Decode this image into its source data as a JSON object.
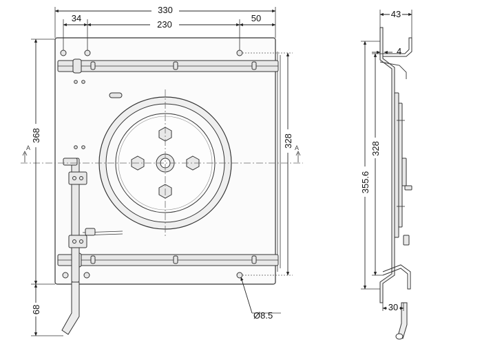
{
  "front_view": {
    "dimensions": {
      "overall_width": "330",
      "offset_left": "34",
      "hole_spacing": "230",
      "offset_right": "50",
      "overall_height": "368",
      "hole_height": "328",
      "handle_length": "68",
      "hole_diameter": "Ø8.5"
    },
    "section_marks": {
      "left": "A",
      "right": "A"
    }
  },
  "side_view": {
    "dimensions": {
      "overall_depth": "43",
      "plate_thickness": "4",
      "hole_height": "328",
      "overall_height": "355.6",
      "bottom_width": "30"
    }
  }
}
